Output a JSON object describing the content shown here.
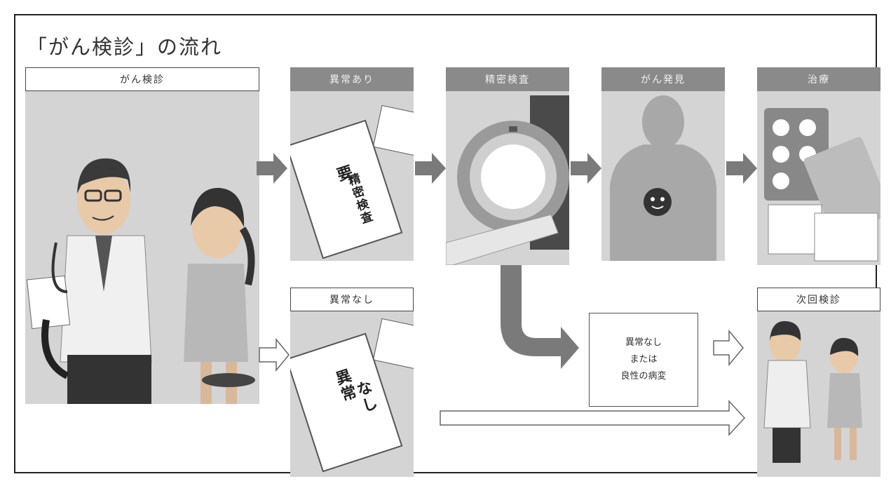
{
  "title": "「がん検診」の流れ",
  "panels": {
    "screening": "がん検診",
    "abnormal": "異常あり",
    "detailed_exam": "精密検査",
    "cancer_found": "がん発見",
    "treatment": "治療",
    "no_abnormal": "異常なし",
    "next_screening": "次回検診"
  },
  "papers": {
    "abnormal_big": "要",
    "abnormal_small": "精密検査",
    "normal_line1": "異常",
    "normal_line2": "なし"
  },
  "result_box": {
    "line1": "異常なし",
    "line2": "または",
    "line3": "良性の病変"
  },
  "colors": {
    "panel_bg": "#d4d4d4",
    "header_dark": "#8a8a8a",
    "arrow_dark": "#7a7a7a"
  }
}
